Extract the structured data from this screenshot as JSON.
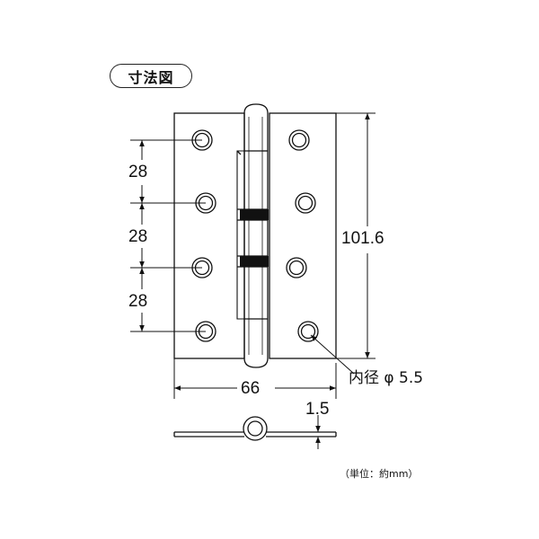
{
  "title": "寸法図",
  "dimensions": {
    "pitch_1": "28",
    "pitch_2": "28",
    "pitch_3": "28",
    "height": "101.6",
    "width": "66",
    "thickness": "1.5",
    "hole": "内径 φ 5.5"
  },
  "unit_note": "（単位：約mm）"
}
